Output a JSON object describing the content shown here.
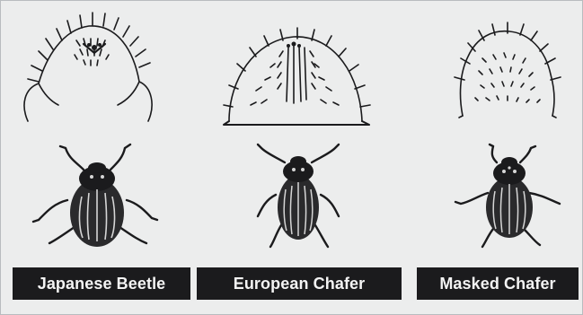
{
  "specimens": [
    {
      "label": "Japanese Beetle",
      "raster_icon": "japanese-beetle-raster-pattern-icon",
      "beetle_icon": "japanese-beetle-icon"
    },
    {
      "label": "European Chafer",
      "raster_icon": "european-chafer-raster-pattern-icon",
      "beetle_icon": "european-chafer-icon"
    },
    {
      "label": "Masked Chafer",
      "raster_icon": "masked-chafer-raster-pattern-icon",
      "beetle_icon": "masked-chafer-icon"
    }
  ],
  "colors": {
    "background": "#eceded",
    "ink": "#1b1b1d",
    "label_background": "#1b1b1d",
    "label_text": "#f4f4f4"
  }
}
